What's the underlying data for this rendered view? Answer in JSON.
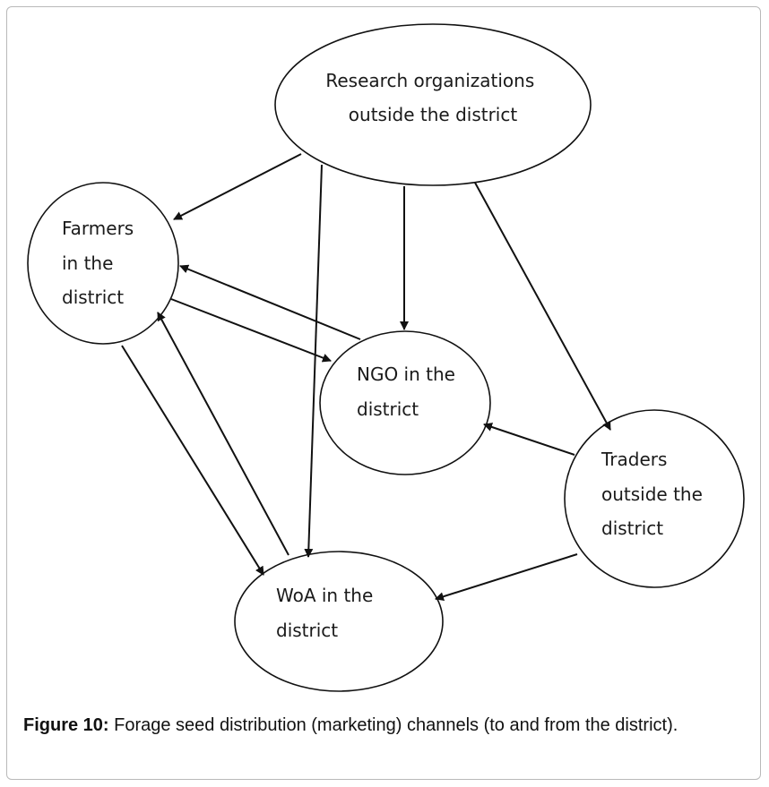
{
  "nodes": {
    "research": {
      "lines": [
        "Research organizations",
        "outside the district"
      ]
    },
    "farmers": {
      "lines": [
        "Farmers",
        "in the",
        "district"
      ]
    },
    "ngo": {
      "lines": [
        "NGO in the",
        "district"
      ]
    },
    "traders": {
      "lines": [
        "Traders",
        "outside the",
        "district"
      ]
    },
    "woa": {
      "lines": [
        "WoA in the",
        "district"
      ]
    }
  },
  "edges": [
    {
      "from": "research",
      "to": "farmers"
    },
    {
      "from": "research",
      "to": "ngo"
    },
    {
      "from": "research",
      "to": "traders"
    },
    {
      "from": "research",
      "to": "woa"
    },
    {
      "from": "ngo",
      "to": "farmers"
    },
    {
      "from": "farmers",
      "to": "ngo"
    },
    {
      "from": "farmers",
      "to": "woa"
    },
    {
      "from": "woa",
      "to": "farmers"
    },
    {
      "from": "traders",
      "to": "ngo"
    },
    {
      "from": "traders",
      "to": "woa"
    }
  ],
  "caption": {
    "label": "Figure 10:",
    "text": " Forage seed distribution (marketing) channels (to and from the district)."
  }
}
